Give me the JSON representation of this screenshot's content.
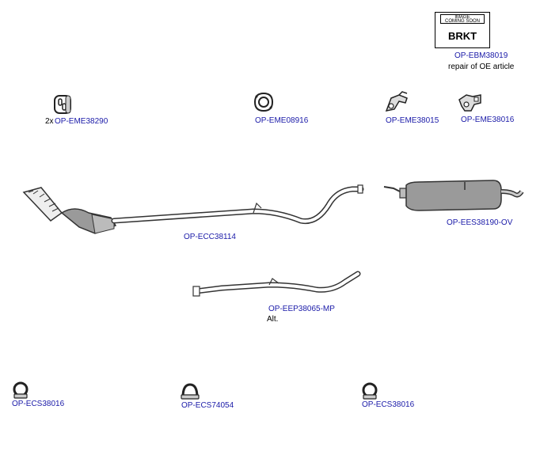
{
  "placeholder": {
    "badge_line1": "IMAGE",
    "badge_line2": "COMING SOON",
    "label": "BRKT"
  },
  "parts": {
    "ebm38019": {
      "code": "OP-EBM38019",
      "note": "repair of OE article"
    },
    "eme38290": {
      "qty": "2x",
      "code": "OP-EME38290"
    },
    "eme08916": {
      "code": "OP-EME08916"
    },
    "eme38015": {
      "code": "OP-EME38015"
    },
    "eme38016": {
      "code": "OP-EME38016"
    },
    "ecc38114": {
      "code": "OP-ECC38114"
    },
    "ees38190": {
      "code": "OP-EES38190-OV"
    },
    "eep38065": {
      "code": "OP-EEP38065-MP",
      "note": "Alt."
    },
    "ecs38016_a": {
      "code": "OP-ECS38016"
    },
    "ecs74054": {
      "code": "OP-ECS74054"
    },
    "ecs38016_b": {
      "code": "OP-ECS38016"
    }
  },
  "icons": [
    "rubber-hanger-icon",
    "gasket-icon",
    "bracket-icon",
    "catalytic-converter-pipe-icon",
    "rear-silencer-icon",
    "intermediate-pipe-icon",
    "clamp-icon"
  ],
  "colors": {
    "part_code": "#1a1aa8",
    "drawing_stroke": "#333333",
    "drawing_fill": "#9a9a9a"
  }
}
